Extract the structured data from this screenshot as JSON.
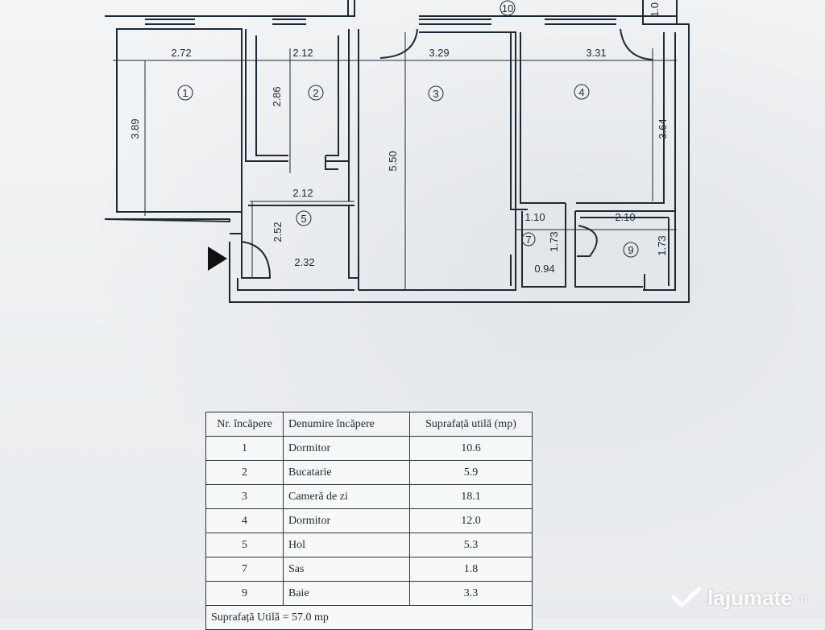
{
  "plan": {
    "rooms": [
      {
        "num": "1"
      },
      {
        "num": "2"
      },
      {
        "num": "3"
      },
      {
        "num": "4"
      },
      {
        "num": "5"
      },
      {
        "num": "7"
      },
      {
        "num": "9"
      },
      {
        "num": "10"
      }
    ],
    "dimensions": {
      "d1_width": "2.72",
      "d1_height": "3.89",
      "d2_width": "2.12",
      "d2_height": "2.86",
      "d3_width": "3.29",
      "d3_height": "5.50",
      "d4_width": "3.31",
      "d4_height": "3.64",
      "d5_top": "2.12",
      "d5_height": "2.52",
      "d5_bottom": "2.32",
      "d7_width": "1.10",
      "d7_height": "1.73",
      "d7_bottom": "0.94",
      "d9_width": "2.10",
      "d9_height": "1.73",
      "d10_height": "1.0"
    }
  },
  "table": {
    "headers": [
      "Nr. încăpere",
      "Denumire încăpere",
      "Suprafață utilă (mp)"
    ],
    "rows": [
      {
        "nr": "1",
        "name": "Dormitor",
        "area": "10.6"
      },
      {
        "nr": "2",
        "name": "Bucatarie",
        "area": "5.9"
      },
      {
        "nr": "3",
        "name": "Cameră  de zi",
        "area": "18.1"
      },
      {
        "nr": "4",
        "name": "Dormitor",
        "area": "12.0"
      },
      {
        "nr": "5",
        "name": "Hol",
        "area": "5.3"
      },
      {
        "nr": "7",
        "name": "Sas",
        "area": "1.8"
      },
      {
        "nr": "9",
        "name": "Baie",
        "area": "3.3"
      }
    ],
    "total": "Suprafață Utilă = 57.0 mp"
  },
  "watermark": {
    "brand": "lajumate",
    "suffix": ".ro",
    "icon": "heart-check-icon"
  }
}
